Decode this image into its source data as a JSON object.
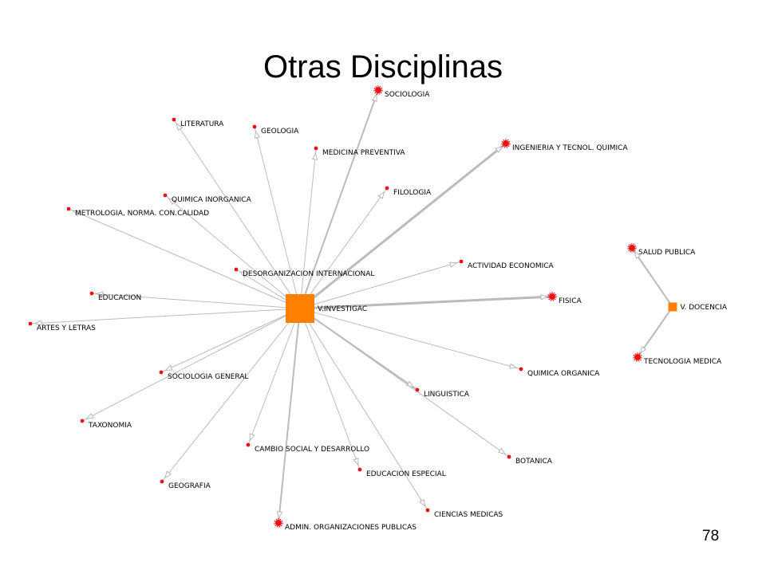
{
  "title": "Otras Disciplinas",
  "page_number": "78",
  "colors": {
    "hub": "#ff8000",
    "node": "#ee1111",
    "edge": "#bbbbbb"
  },
  "graph": {
    "hubs": [
      {
        "id": "vinv",
        "label": "V.INVESTIGAC"
      },
      {
        "id": "vdoc",
        "label": "V. DOCENCIA"
      }
    ],
    "nodes": [
      {
        "id": "sociologia",
        "label": "SOCIOLOGIA"
      },
      {
        "id": "literatura",
        "label": "LITERATURA"
      },
      {
        "id": "geologia",
        "label": "GEOLOGIA"
      },
      {
        "id": "medprev",
        "label": "MEDICINA PREVENTIVA"
      },
      {
        "id": "ingquim",
        "label": "INGENIERIA Y TECNOL. QUIMICA"
      },
      {
        "id": "filologia",
        "label": "FILOLOGIA"
      },
      {
        "id": "quiminorg",
        "label": "QUIMICA INORGANICA"
      },
      {
        "id": "metrologia",
        "label": "METROLOGIA, NORMA. CON.CALIDAD"
      },
      {
        "id": "salud",
        "label": "SALUD PUBLICA"
      },
      {
        "id": "actecon",
        "label": "ACTIVIDAD ECONOMICA"
      },
      {
        "id": "desorg",
        "label": "DESORGANIZACION INTERNACIONAL"
      },
      {
        "id": "educacion",
        "label": "EDUCACION"
      },
      {
        "id": "fisica",
        "label": "FISICA"
      },
      {
        "id": "artes",
        "label": "ARTES Y LETRAS"
      },
      {
        "id": "tecmed",
        "label": "TECNOLOGIA MEDICA"
      },
      {
        "id": "quimorg",
        "label": "QUIMICA ORGANICA"
      },
      {
        "id": "socgen",
        "label": "SOCIOLOGIA GENERAL"
      },
      {
        "id": "linguistica",
        "label": "LINGUISTICA"
      },
      {
        "id": "taxonomia",
        "label": "TAXONOMIA"
      },
      {
        "id": "cambio",
        "label": "CAMBIO SOCIAL Y DESARROLLO"
      },
      {
        "id": "botanica",
        "label": "BOTANICA"
      },
      {
        "id": "eduesp",
        "label": "EDUCACION ESPECIAL"
      },
      {
        "id": "geografia",
        "label": "GEOGRAFIA"
      },
      {
        "id": "cienmed",
        "label": "CIENCIAS MEDICAS"
      },
      {
        "id": "admin",
        "label": "ADMIN. ORGANIZACIONES PUBLICAS"
      }
    ],
    "edges": [
      {
        "from": "vinv",
        "to": "sociologia",
        "weight": 2
      },
      {
        "from": "vinv",
        "to": "literatura",
        "weight": 1
      },
      {
        "from": "vinv",
        "to": "geologia",
        "weight": 1
      },
      {
        "from": "vinv",
        "to": "medprev",
        "weight": 1
      },
      {
        "from": "vinv",
        "to": "ingquim",
        "weight": 3
      },
      {
        "from": "vinv",
        "to": "filologia",
        "weight": 1
      },
      {
        "from": "vinv",
        "to": "quiminorg",
        "weight": 1
      },
      {
        "from": "vinv",
        "to": "metrologia",
        "weight": 1
      },
      {
        "from": "vinv",
        "to": "actecon",
        "weight": 1
      },
      {
        "from": "vinv",
        "to": "desorg",
        "weight": 1
      },
      {
        "from": "vinv",
        "to": "educacion",
        "weight": 1
      },
      {
        "from": "vinv",
        "to": "fisica",
        "weight": 3
      },
      {
        "from": "vinv",
        "to": "artes",
        "weight": 1
      },
      {
        "from": "vinv",
        "to": "quimorg",
        "weight": 1
      },
      {
        "from": "vinv",
        "to": "socgen",
        "weight": 1
      },
      {
        "from": "vinv",
        "to": "linguistica",
        "weight": 2
      },
      {
        "from": "vinv",
        "to": "taxonomia",
        "weight": 1
      },
      {
        "from": "vinv",
        "to": "cambio",
        "weight": 1
      },
      {
        "from": "vinv",
        "to": "botanica",
        "weight": 1
      },
      {
        "from": "vinv",
        "to": "eduesp",
        "weight": 1
      },
      {
        "from": "vinv",
        "to": "geografia",
        "weight": 1
      },
      {
        "from": "vinv",
        "to": "cienmed",
        "weight": 1
      },
      {
        "from": "vinv",
        "to": "admin",
        "weight": 2
      },
      {
        "from": "vdoc",
        "to": "salud",
        "weight": 2
      },
      {
        "from": "vdoc",
        "to": "tecmed",
        "weight": 2
      }
    ]
  }
}
